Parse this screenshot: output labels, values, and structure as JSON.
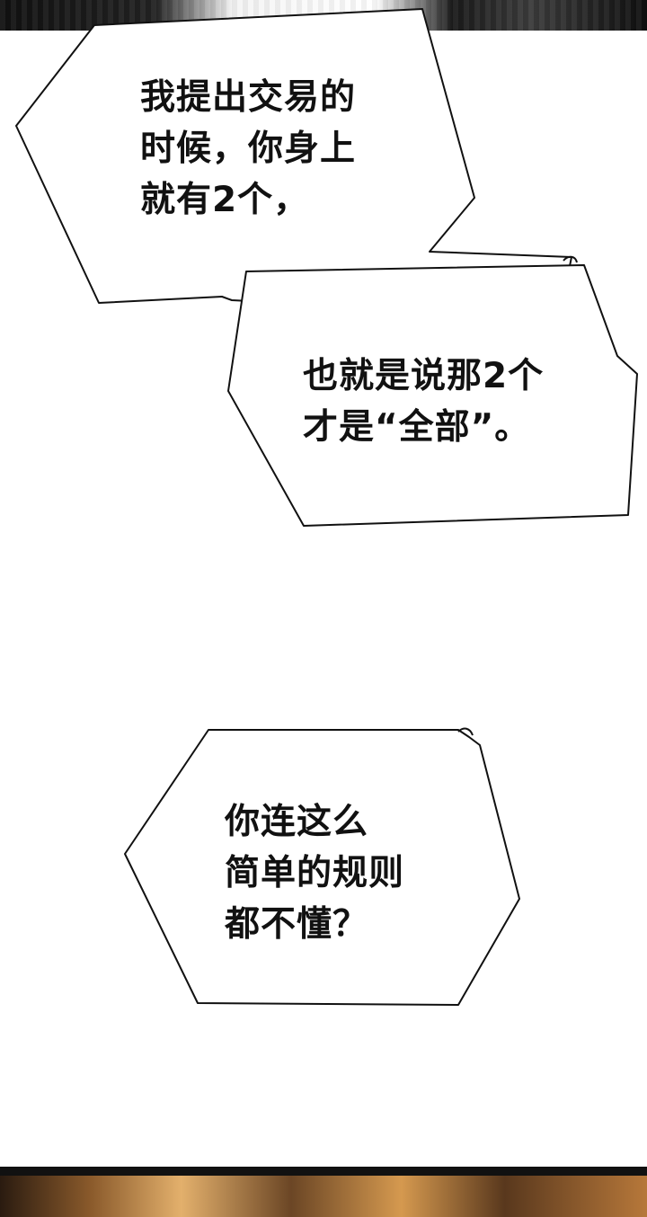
{
  "comic_panel": {
    "bubble_1": {
      "text": "我提出交易的\n时候，你身上\n就有2个，"
    },
    "bubble_2": {
      "text": "也就是说那2个\n才是“全部”。"
    },
    "bubble_3": {
      "text": "你连这么\n简单的规则\n都不懂？"
    }
  }
}
